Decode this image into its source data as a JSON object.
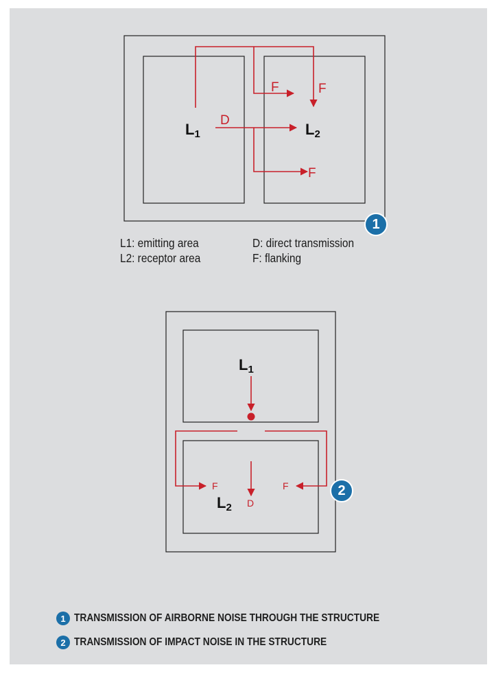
{
  "diagram1": {
    "label_emitting_base": "L",
    "label_emitting_sub": "1",
    "label_receptor_base": "L",
    "label_receptor_sub": "2",
    "direct_label": "D",
    "flank_label_1": "F",
    "flank_label_2": "F",
    "flank_label_3": "F",
    "badge": "1"
  },
  "legend": {
    "l1": "L1: emitting area",
    "l2": "L2: receptor area",
    "d": "D: direct transmission",
    "f": "F: flanking"
  },
  "diagram2": {
    "label_emitting_base": "L",
    "label_emitting_sub": "1",
    "label_receptor_base": "L",
    "label_receptor_sub": "2",
    "direct_label": "D",
    "flank_left_label": "F",
    "flank_right_label": "F",
    "badge": "2"
  },
  "captions": [
    {
      "badge": "1",
      "text": "TRANSMISSION OF AIRBORNE NOISE THROUGH THE STRUCTURE"
    },
    {
      "badge": "2",
      "text": "TRANSMISSION OF IMPACT NOISE IN THE STRUCTURE"
    }
  ],
  "colors": {
    "arrow": "#c8202a",
    "badge": "#1b6fa8",
    "background": "#dcdddf"
  }
}
